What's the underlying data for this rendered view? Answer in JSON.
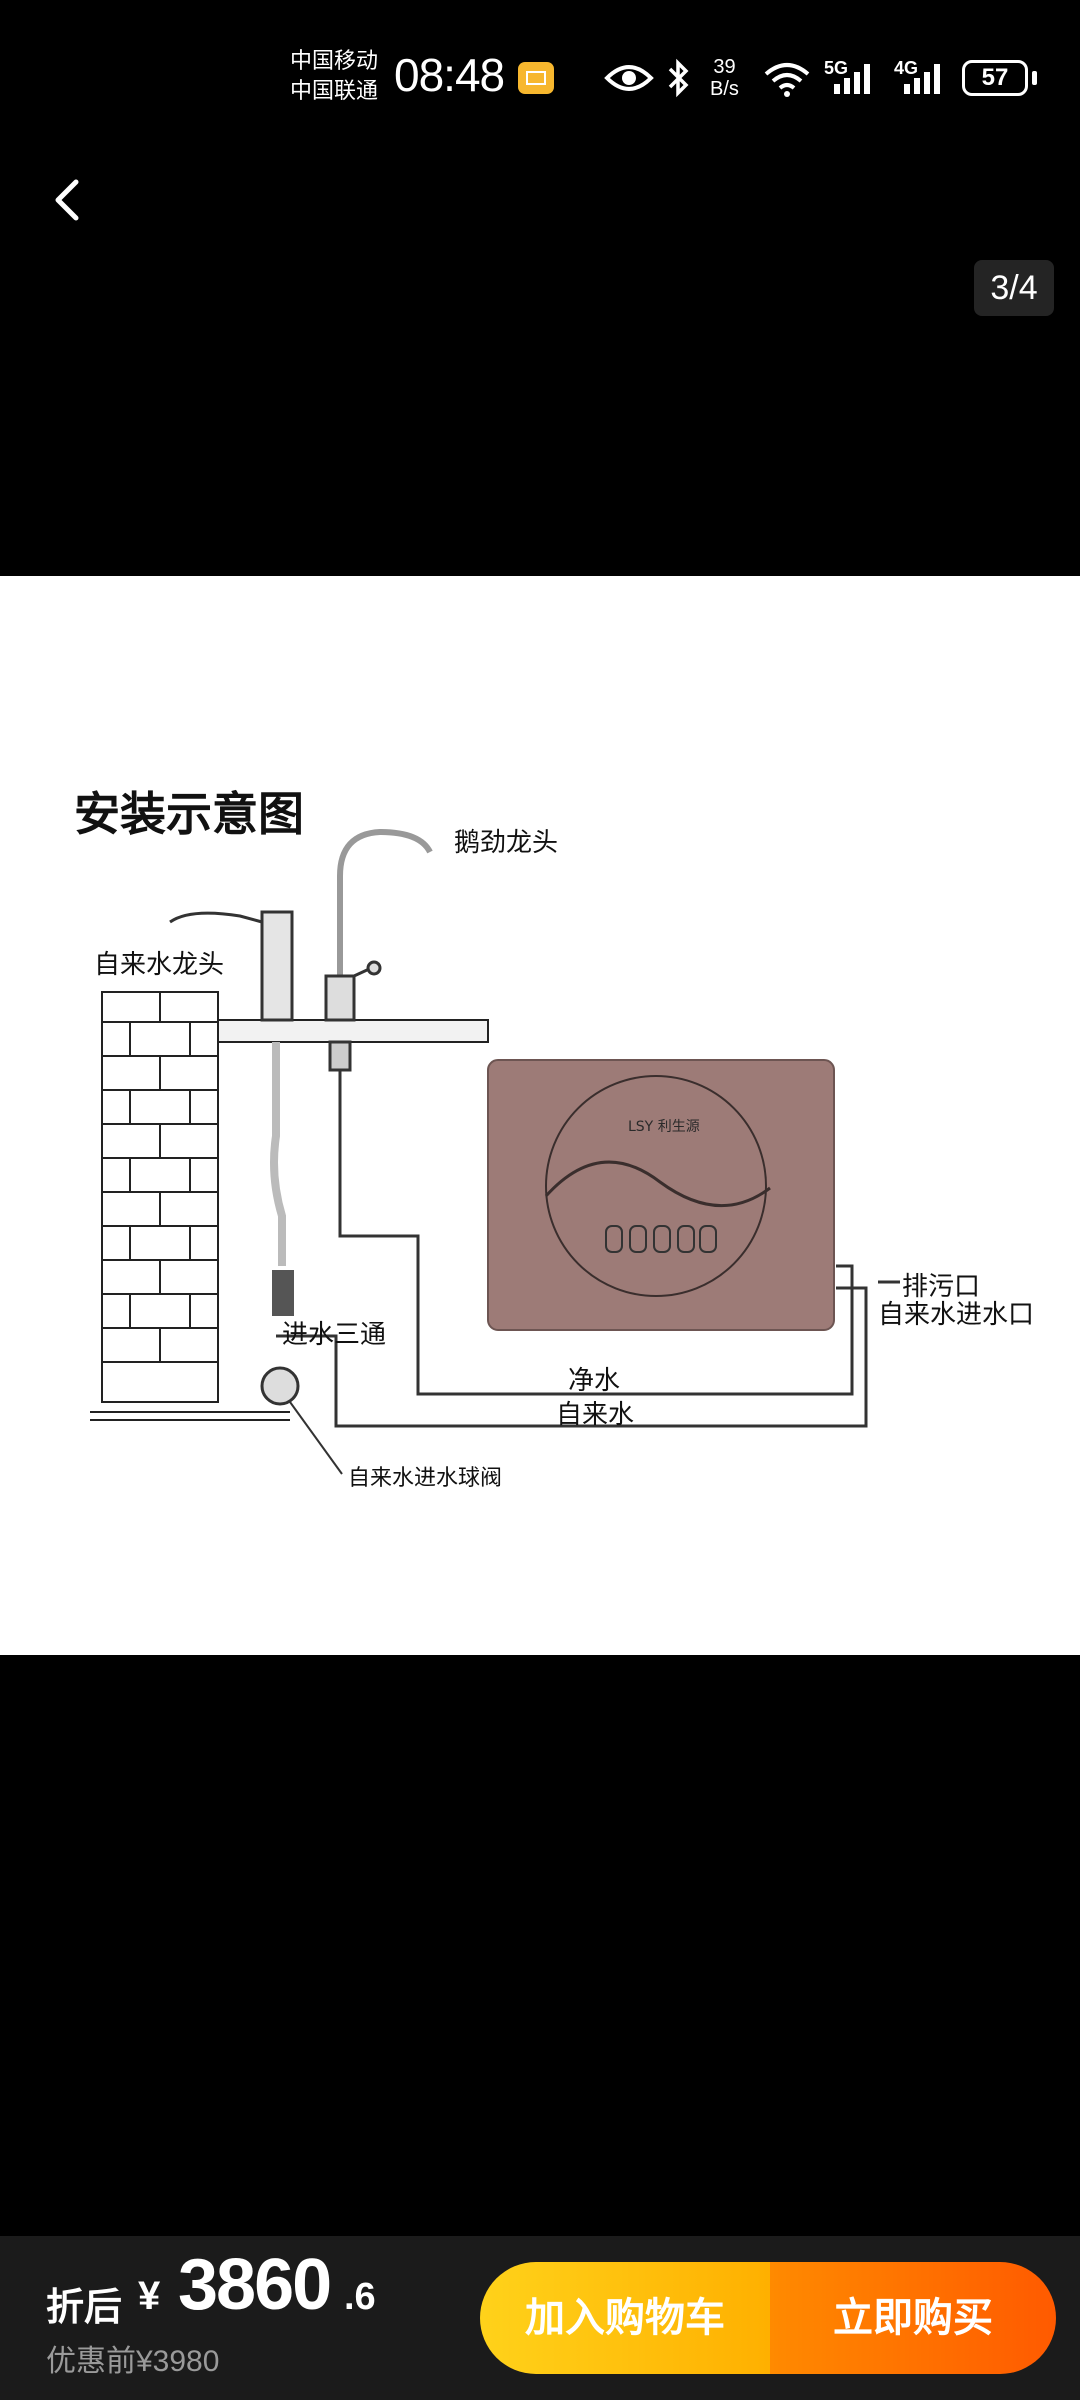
{
  "status_bar": {
    "carrier_1": "中国移动",
    "carrier_2": "中国联通",
    "time": "08:48",
    "speed_value": "39",
    "speed_unit": "B/s",
    "net_1": "5G",
    "net_2": "4G",
    "battery": "57"
  },
  "viewer": {
    "page_counter": "3/4"
  },
  "diagram": {
    "title": "安装示意图",
    "labels": {
      "gooseneck": "鹅劲龙头",
      "tap": "自来水龙头",
      "tee": "进水三通",
      "valve": "自来水进水球阀",
      "pure_water": "净水",
      "tap_water": "自来水",
      "drain": "排污口",
      "inlet": "自来水进水口"
    },
    "device": {
      "brand": "LSY 利生源"
    }
  },
  "purchase": {
    "price_label": "折后",
    "currency": "¥",
    "price_int": "3860",
    "price_dec": ".6",
    "original_price": "优惠前¥3980",
    "add_to_cart": "加入购物车",
    "buy_now": "立即购买"
  }
}
